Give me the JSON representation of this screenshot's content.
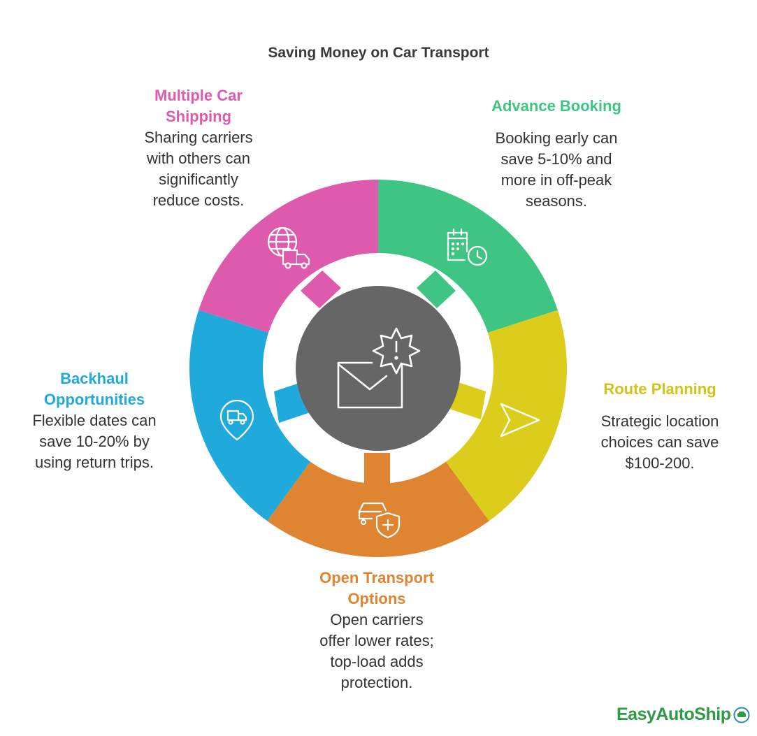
{
  "title": "Saving Money on Car Transport",
  "center": {
    "icon": "envelope-alert-icon"
  },
  "segments": [
    {
      "id": "multiple",
      "label": "Multiple Car Shipping",
      "label_lines": [
        "Multiple Car",
        "Shipping"
      ],
      "desc_lines": [
        "Sharing carriers",
        "with others can",
        "significantly",
        "reduce costs."
      ],
      "color": "#dd5aad",
      "icon": "globe-truck-icon"
    },
    {
      "id": "advance",
      "label": "Advance Booking",
      "label_lines": [
        "Advance Booking"
      ],
      "desc_lines": [
        "Booking early can",
        "save 5-10% and",
        "more in off-peak",
        "seasons."
      ],
      "color": "#3fc583",
      "icon": "calendar-clock-icon"
    },
    {
      "id": "route",
      "label": "Route Planning",
      "label_lines": [
        "Route Planning"
      ],
      "desc_lines": [
        "Strategic location",
        "choices can save",
        "$100-200."
      ],
      "color": "#dccc1b",
      "icon": "navigation-arrow-icon"
    },
    {
      "id": "open",
      "label": "Open Transport Options",
      "label_lines": [
        "Open Transport",
        "Options"
      ],
      "desc_lines": [
        "Open carriers",
        "offer lower rates;",
        "top-load adds",
        "protection."
      ],
      "color": "#df8431",
      "icon": "car-shield-icon"
    },
    {
      "id": "backhaul",
      "label": "Backhaul Opportunities",
      "label_lines": [
        "Backhaul",
        "Opportunities"
      ],
      "desc_lines": [
        "Flexible dates can",
        "save 10-20% by",
        "using return trips."
      ],
      "color": "#20aadc",
      "icon": "truck-location-icon"
    }
  ],
  "logo": {
    "part1": "Easy",
    "part2": "AutoShip",
    "color1": "#2f9a45",
    "color2": "#2f9a45"
  }
}
